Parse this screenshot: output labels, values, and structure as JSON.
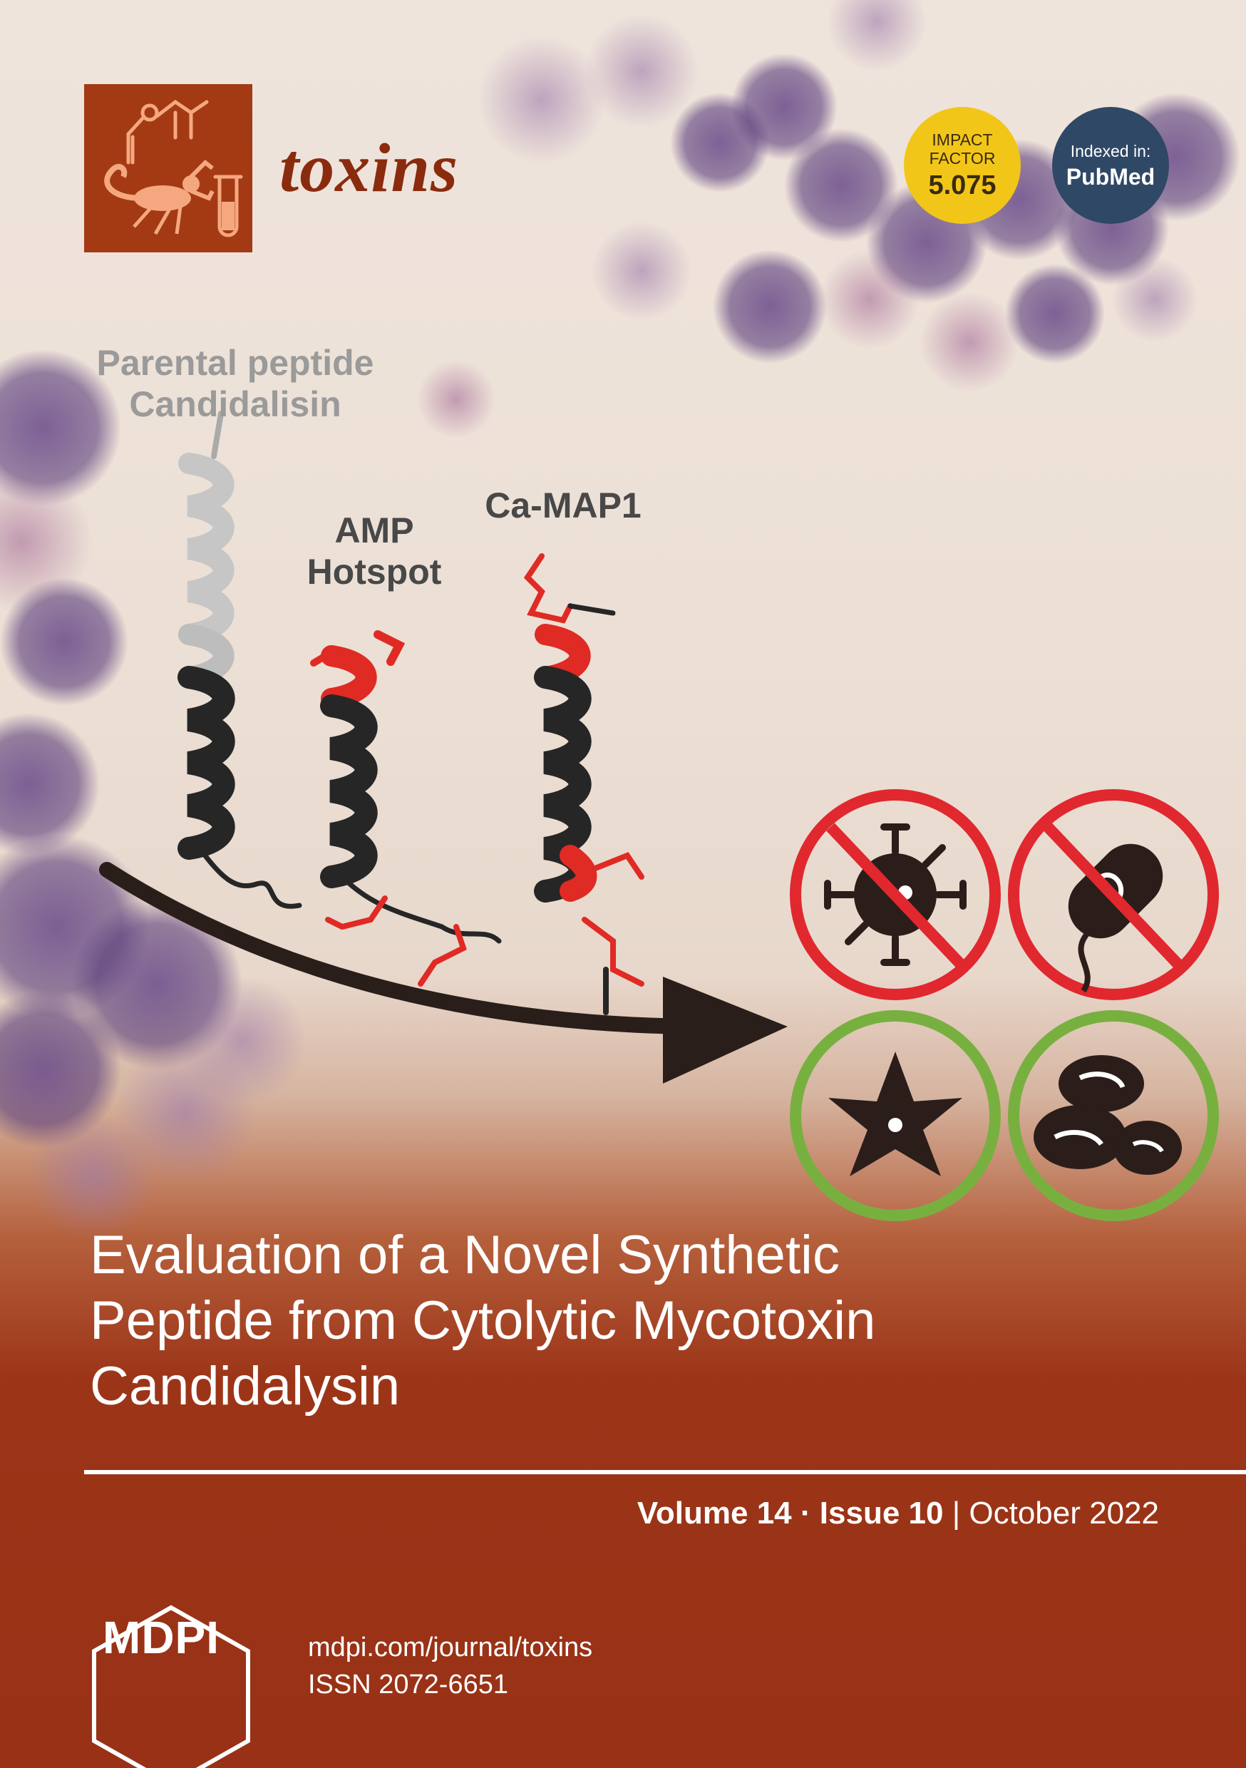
{
  "journal": {
    "name": "toxins",
    "brand_color": "#a33a14"
  },
  "badges": {
    "impact_factor_line1": "IMPACT",
    "impact_factor_line2": "FACTOR",
    "impact_factor_value": "5.075",
    "impact_color": "#f2c619",
    "indexed_line1": "Indexed in:",
    "indexed_line2": "PubMed",
    "indexed_color": "#2f4865"
  },
  "figure": {
    "parent_line1": "Parental peptide",
    "parent_line2": "Candidalisin",
    "amp_line1": "AMP",
    "amp_line2": "Hotspot",
    "camap": "Ca-MAP1",
    "icons": [
      "virus-icon",
      "bacterium-icon",
      "cell-icon",
      "red-blood-cells-icon"
    ],
    "prohibited_color": "#e0282e",
    "allowed_color": "#78b040"
  },
  "article": {
    "title_line1": "Evaluation of a Novel Synthetic",
    "title_line2": "Peptide from Cytolytic Mycotoxin",
    "title_line3": "Candidalysin"
  },
  "issue": {
    "volume": "Volume 14",
    "separator": "·",
    "issue": "Issue 10",
    "divider": "|",
    "date": "October 2022"
  },
  "publisher": {
    "name": "MDPI",
    "url": "mdpi.com/journal/toxins",
    "issn": "ISSN 2072-6651"
  }
}
